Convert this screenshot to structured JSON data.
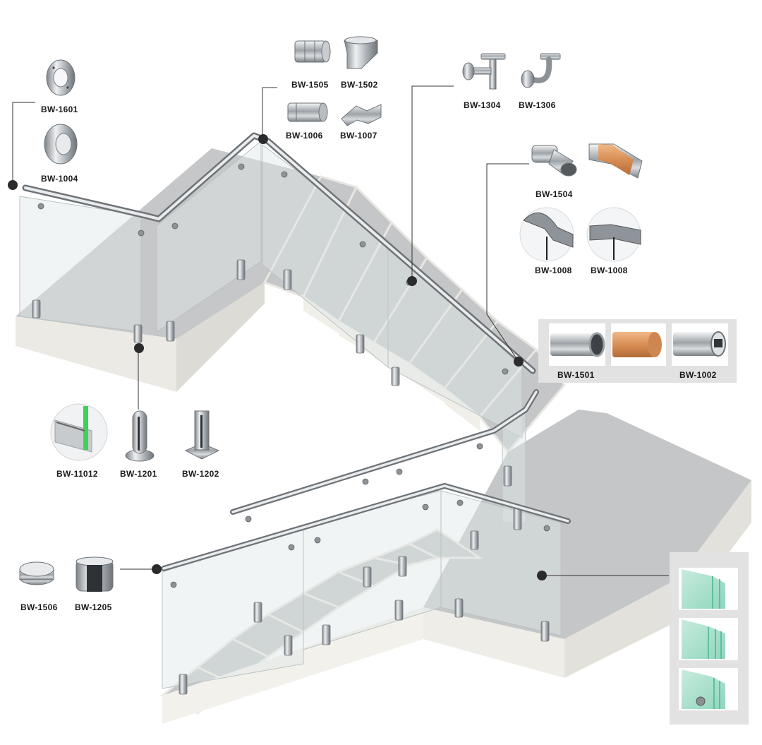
{
  "parts": {
    "bw1601": "BW-1601",
    "bw1004": "BW-1004",
    "bw1505": "BW-1505",
    "bw1502": "BW-1502",
    "bw1006": "BW-1006",
    "bw1007": "BW-1007",
    "bw1304": "BW-1304",
    "bw1306": "BW-1306",
    "bw1504": "BW-1504",
    "bw1008a": "BW-1008",
    "bw1008b": "BW-1008",
    "bw1501": "BW-1501",
    "bw1002": "BW-1002",
    "bw11012": "BW-11012",
    "bw1201": "BW-1201",
    "bw1202": "BW-1202",
    "bw1506": "BW-1506",
    "bw1205": "BW-1205"
  },
  "colors": {
    "background": "#ffffff",
    "stair_top": "#c4c6c7",
    "stair_side": "#ecebe6",
    "steel": "#a9adb1",
    "glass": "#d6e2e0",
    "marker": "#2b2b2b",
    "wood": "#d9915a",
    "glass_sample": "#7fd8b8"
  },
  "icons": [
    "round-flange-icon",
    "tube-connector-icon",
    "elbow-icon",
    "handrail-bracket-icon",
    "adjustable-elbow-icon",
    "glass-clamp-icon",
    "spigot-icon",
    "end-cap-icon",
    "round-tube-icon",
    "wood-rail-icon",
    "slotted-tube-icon",
    "laminated-glass-icon"
  ]
}
